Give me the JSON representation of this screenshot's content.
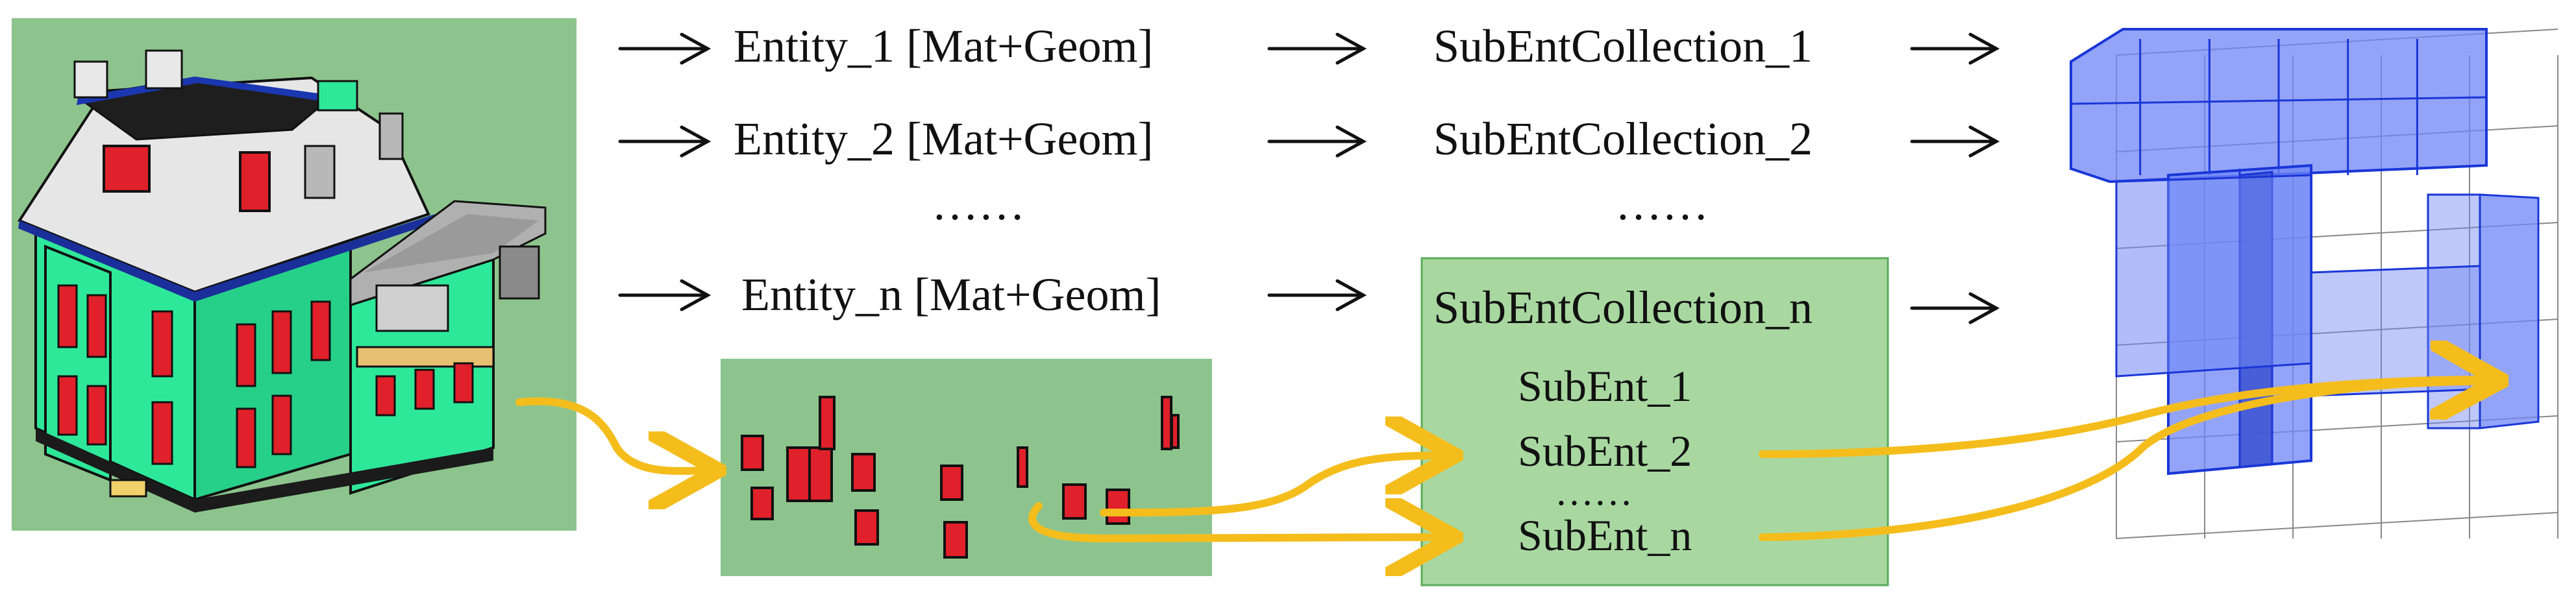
{
  "colors": {
    "panel_green": "#8dc48d",
    "sub_panel_green": "#a8d8a0",
    "building_green": "#2ee89a",
    "window_red": "#e0202a",
    "voxel_blue": "#6f86f5",
    "flow_orange": "#f5bd1c"
  },
  "rows": [
    {
      "entity": "Entity_1 [Mat+Geom]",
      "collection": "SubEntCollection_1"
    },
    {
      "entity": "Entity_2 [Mat+Geom]",
      "collection": "SubEntCollection_2"
    },
    {
      "entity": "Entity_n [Mat+Geom]",
      "collection": "SubEntCollection_n"
    }
  ],
  "ellipsis_entity": "……",
  "ellipsis_collection": "……",
  "subents": [
    "SubEnt_1",
    "SubEnt_2",
    "……",
    "SubEnt_n"
  ],
  "icons": {
    "building": "building-model-icon",
    "windows": "window-entities-icon",
    "voxels": "voxel-grid-icon",
    "arrow": "right-arrow-icon"
  }
}
